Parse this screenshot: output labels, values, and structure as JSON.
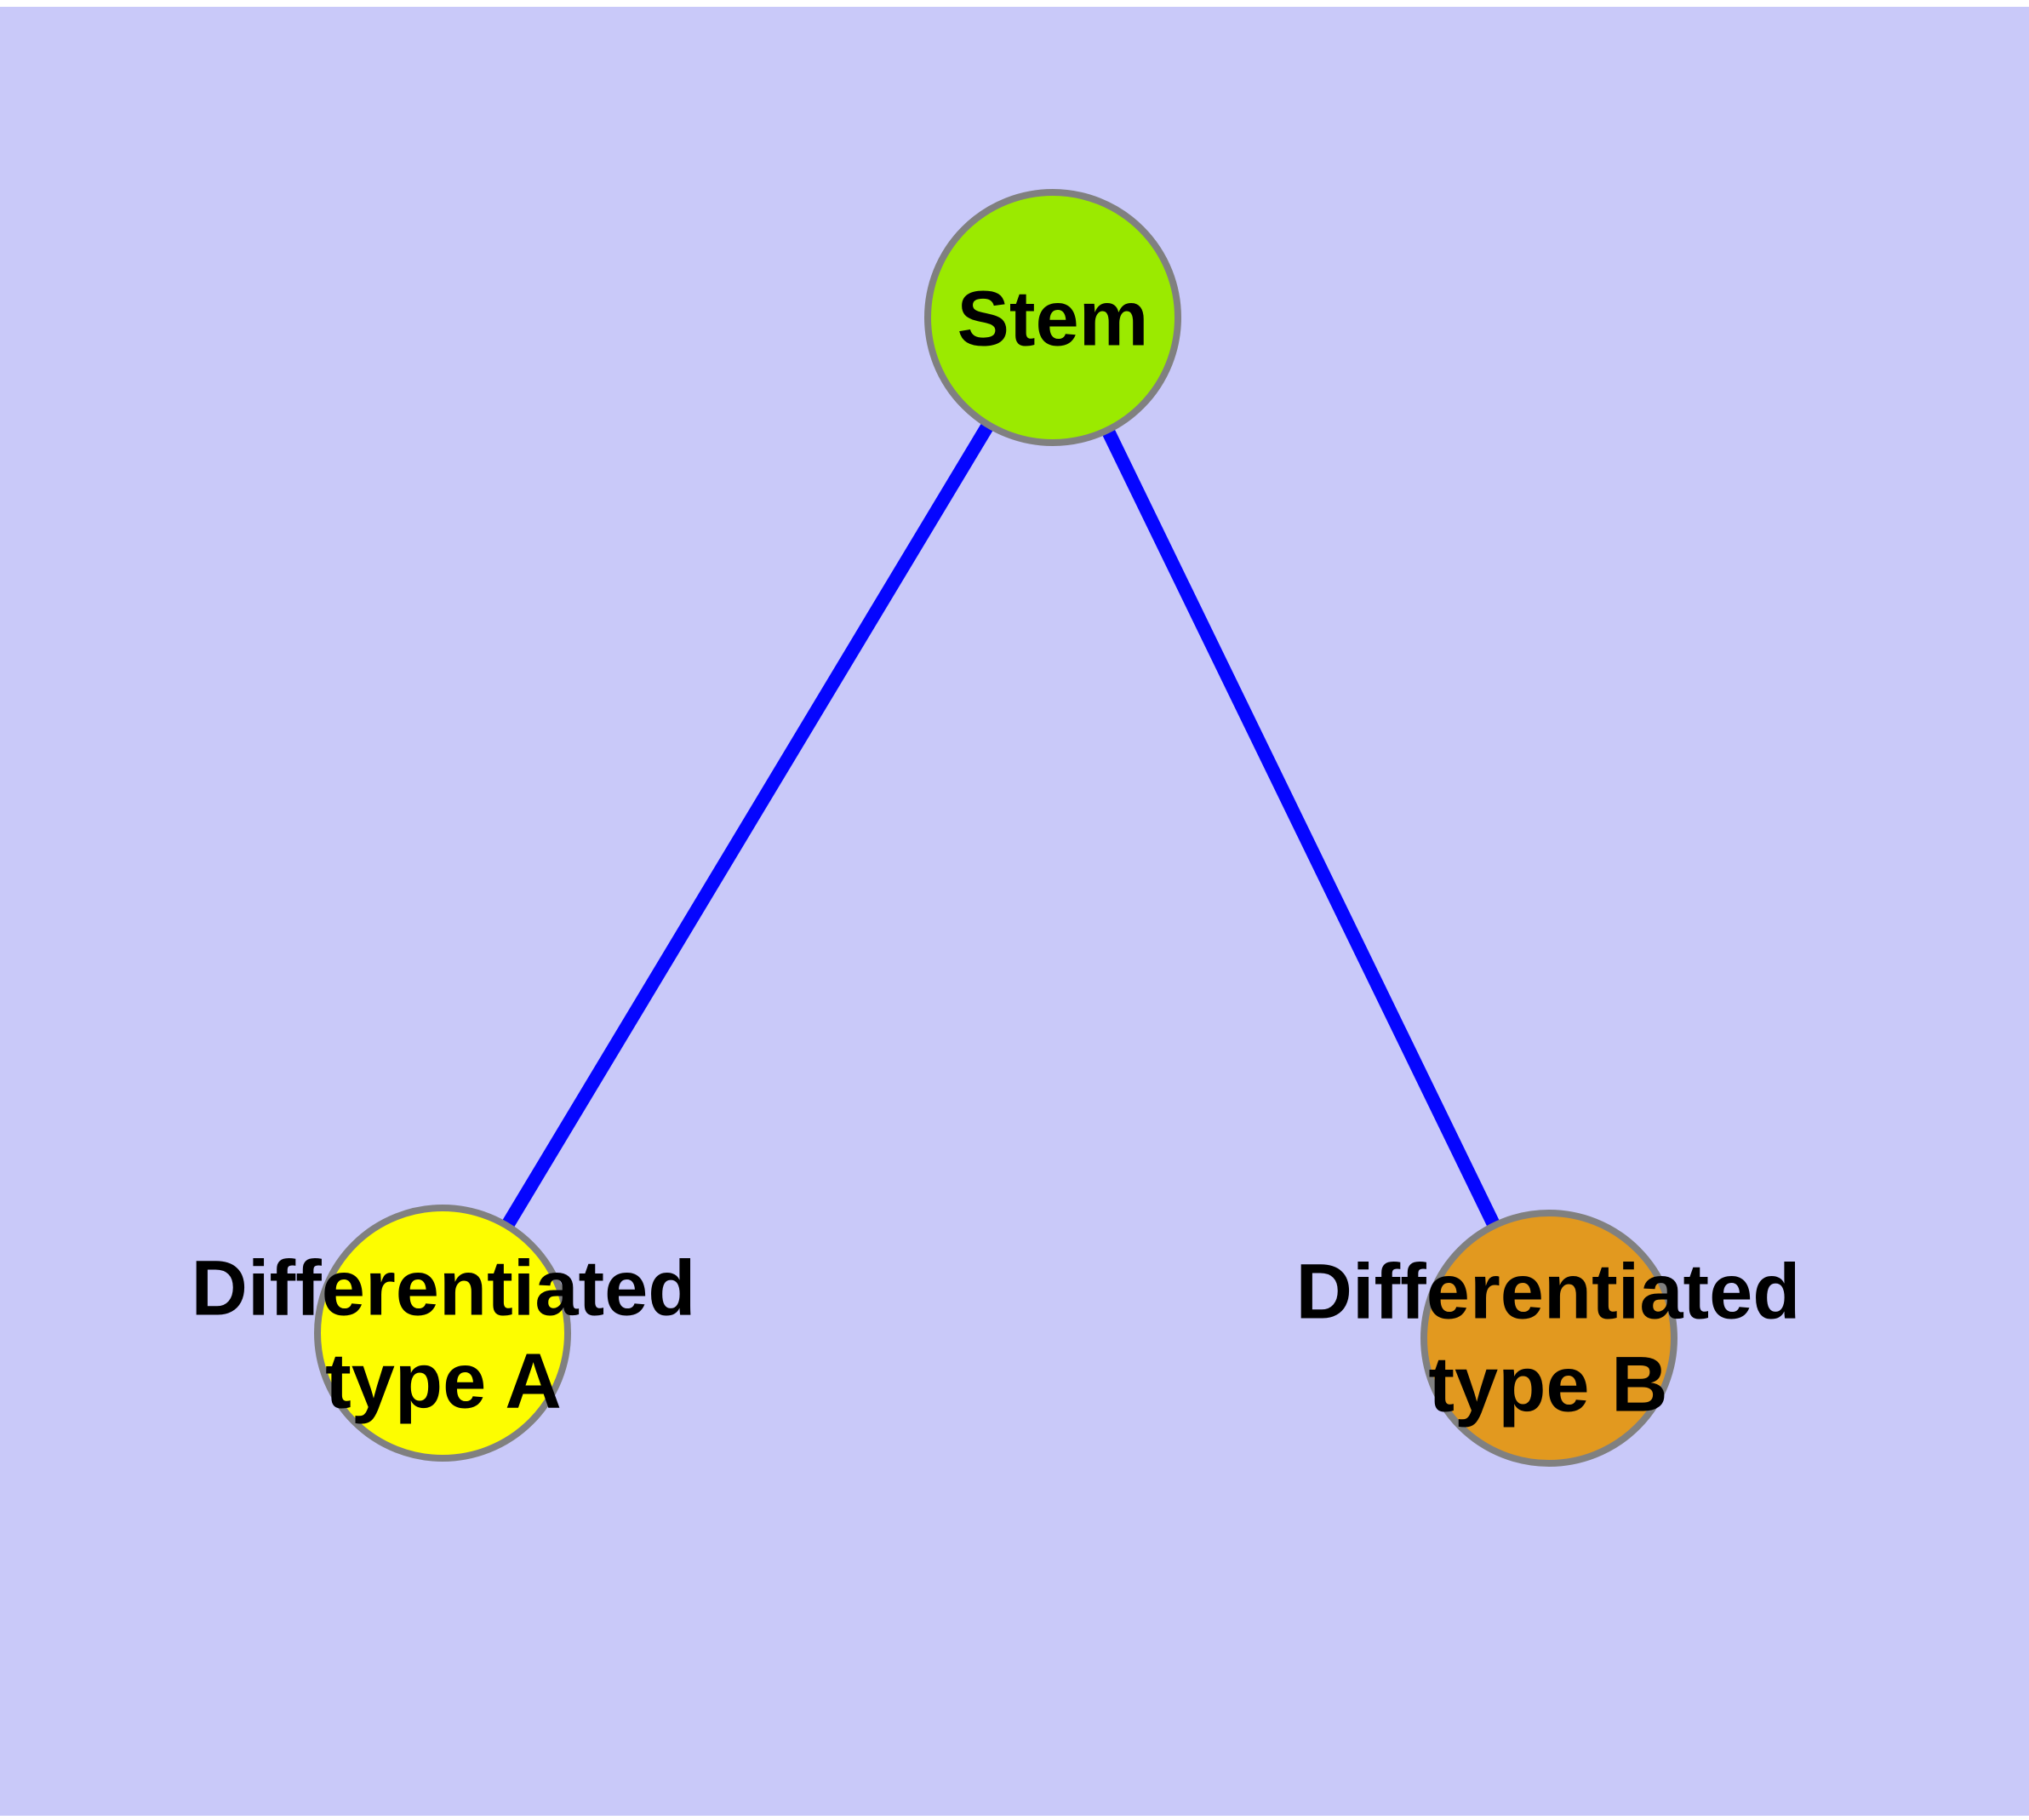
{
  "diagram": {
    "type": "graph",
    "background_color": "#c9c9f9",
    "page_margin_color": "#ffffff",
    "edge_color": "#0505ff",
    "node_border_color": "#808080",
    "nodes": {
      "stem": {
        "label": "Stem",
        "fill": "#9bea00"
      },
      "type_a": {
        "label_line1": "Differentiated",
        "label_line2": "type A",
        "fill": "#fdfd00"
      },
      "type_b": {
        "label_line1": "Differentiated",
        "label_line2": "type B",
        "fill": "#e2991f"
      }
    },
    "edges": [
      {
        "from": "Stem",
        "to": "Differentiated type A"
      },
      {
        "from": "Stem",
        "to": "Differentiated type B"
      }
    ]
  }
}
